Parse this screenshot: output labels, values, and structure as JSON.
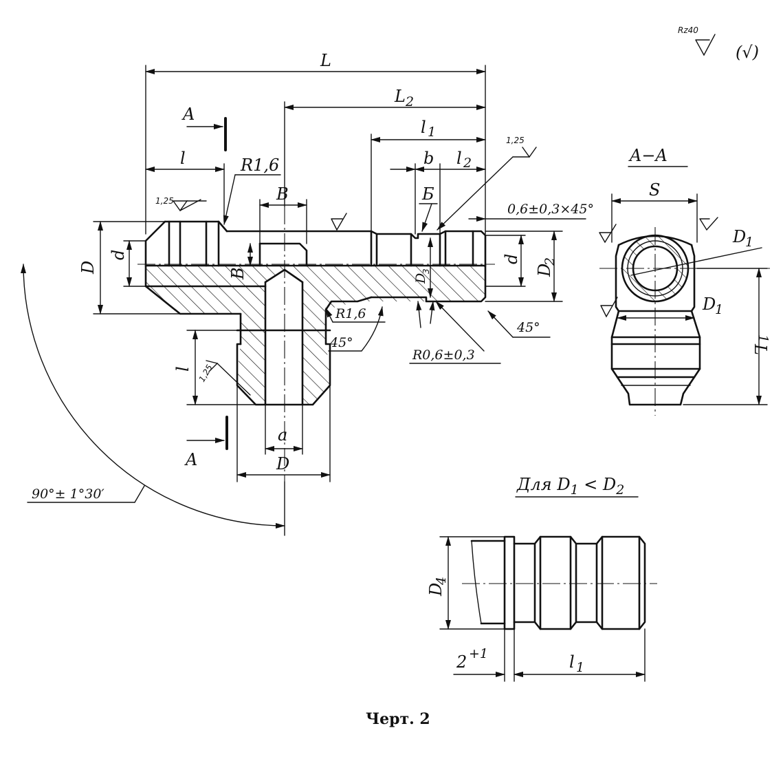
{
  "labels": {
    "L": "L",
    "L2": "L",
    "L2_sub": "2",
    "l1_top": "l",
    "l1_top_sub": "1",
    "l_top": "l",
    "b": "b",
    "l2": "l",
    "l2_sub": "2",
    "B_width": "B",
    "B_side": "B",
    "R16_top": "R1,6",
    "R16_bot": "R1,6",
    "rough_125_a": "1,25",
    "rough_125_b": "1,25",
    "rough_125_c": "1,25",
    "B_cyr": "Б",
    "chamfer": "0,6±0,3×45°",
    "D_left": "D",
    "d_left": "d",
    "d_right": "d",
    "D2": "D",
    "D2_sub": "2",
    "D3": "D",
    "D3_sub": "3",
    "R06": "R0,6±0,3",
    "angle45_a": "45°",
    "angle45_b": "45°",
    "l_vert": "l",
    "a": "a",
    "D_bottom": "D",
    "A_top": "A",
    "A_bottom": "A",
    "angle90": "90°± 1°30′",
    "section": "A−A",
    "S": "S",
    "D1_a": "D",
    "D1_a_sub": "1",
    "D1_b": "D",
    "D1_b_sub": "1",
    "L1": "L",
    "L1_sub": "1",
    "variant_title": "Для  D",
    "variant_title_sub1": "1",
    "variant_title_mid": " < D",
    "variant_title_sub2": "2",
    "D4": "D",
    "D4_sub": "4",
    "two_plus": "2",
    "two_plus_sup": "+1",
    "l1_var": "l",
    "l1_var_sub": "1",
    "corner_rough": "Rz40",
    "corner_paren": "(√)",
    "caption": "Черт. 2"
  }
}
